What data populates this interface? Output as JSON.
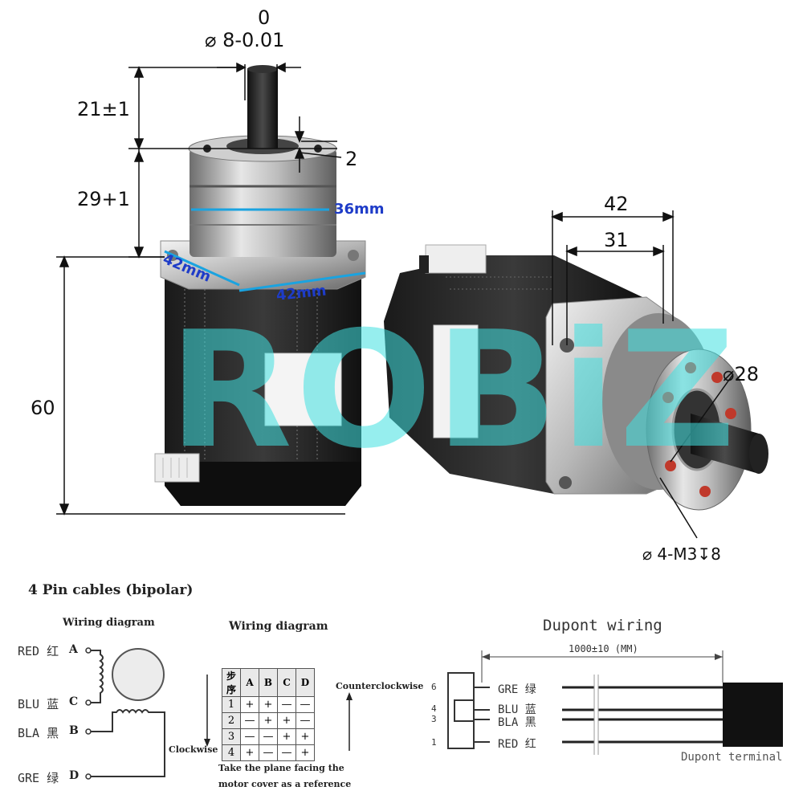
{
  "dimensions": {
    "shaft_tol": "0",
    "shaft_dia": "⌀ 8-0.01",
    "shaft_len": "21±1",
    "flange_step": "2",
    "gearbox_len": "29+1",
    "gearbox_dia": "36mm",
    "flange_side_a": "42mm",
    "flange_side_b": "42mm",
    "body_len": "60",
    "face_width": "42",
    "hole_spacing": "31",
    "output_dia": "⌀28",
    "mount_holes": "⌀ 4-M3↧8"
  },
  "watermark": "ROBiZ",
  "wiring": {
    "section_title": "4 Pin cables (bipolar)",
    "left_title": "Wiring diagram",
    "pins": [
      {
        "name": "RED 红",
        "letter": "A"
      },
      {
        "name": "BLU 蓝",
        "letter": "C"
      },
      {
        "name": "BLA 黑",
        "letter": "B"
      },
      {
        "name": "GRE 绿",
        "letter": "D"
      }
    ],
    "mid_title": "Wiring diagram",
    "table_header": [
      "步序",
      "A",
      "B",
      "C",
      "D"
    ],
    "table_rows": [
      [
        "1",
        "+",
        "+",
        "—",
        "—"
      ],
      [
        "2",
        "—",
        "+",
        "+",
        "—"
      ],
      [
        "3",
        "—",
        "—",
        "+",
        "+"
      ],
      [
        "4",
        "+",
        "—",
        "—",
        "+"
      ]
    ],
    "ccw_label": "Counterclockwise",
    "cw_label": "Clockwise",
    "note_line1": "Take the plane facing the",
    "note_line2": "motor cover as a reference",
    "dupont_title": "Dupont wiring",
    "dupont_length": "1000±10 (MM)",
    "dupont_pins": [
      {
        "num": "6",
        "label": "GRE 绿"
      },
      {
        "num": "4",
        "label": "BLU 蓝"
      },
      {
        "num": "3",
        "label": "BLA 黑"
      },
      {
        "num": "1",
        "label": "RED 红"
      }
    ],
    "dupont_terminal": "Dupont terminal"
  }
}
